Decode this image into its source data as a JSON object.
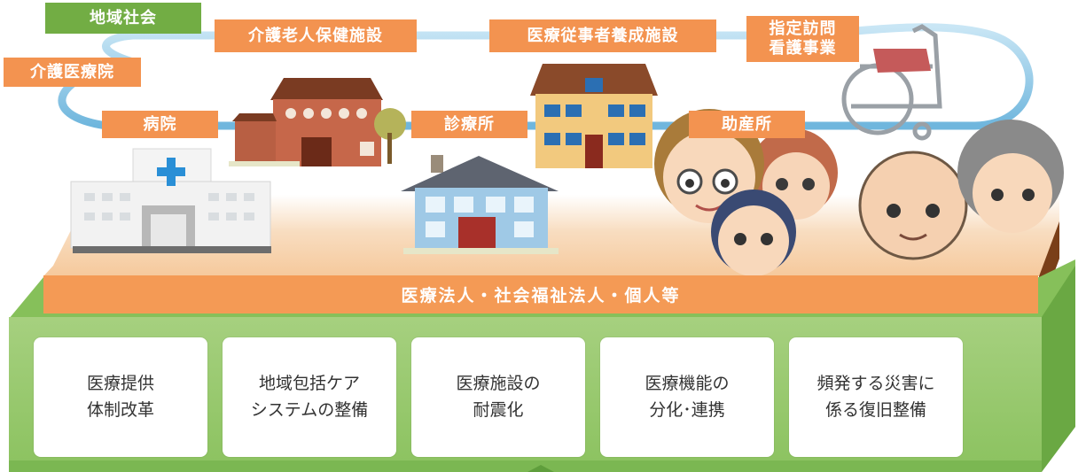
{
  "diagram": {
    "region_label": "地域社会",
    "facility_labels": [
      "介護老人保健施設",
      "医療従事者養成施設",
      "指定訪問\n看護事業",
      "介護医療院",
      "病院",
      "診療所",
      "助産所"
    ],
    "foundation_label": "医療法人・社会福祉法人・個人等",
    "initiatives": [
      "医療提供\n体制改革",
      "地域包括ケア\nシステムの整備",
      "医療施設の\n耐震化",
      "医療機能の\n分化･連携",
      "頻発する災害に\n係る復旧整備"
    ],
    "colors": {
      "orange": "#f39350",
      "green": "#72ad44",
      "loop": "#7fc1e3",
      "ground": "#f6cfa5",
      "platform": "#93c86a"
    },
    "icons": [
      "hospital-icon",
      "nursing-home-icon",
      "clinic-house-icon",
      "school-building-icon",
      "wheelchair-icon",
      "people-icon"
    ]
  }
}
